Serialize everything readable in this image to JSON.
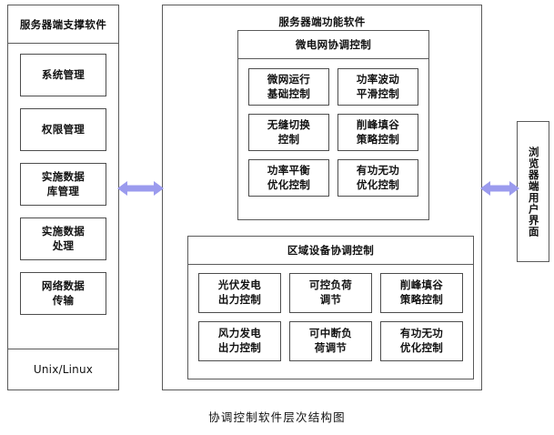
{
  "diagram": {
    "caption": "协调控制软件层次结构图",
    "accent_arrow_color": "#9b9bee",
    "border_color": "#5a5a5a"
  },
  "left_column": {
    "header": "服务器端支撑软件",
    "footer": "Unix/Linux",
    "boxes": [
      {
        "label": "系统管理"
      },
      {
        "label": "权限管理"
      },
      {
        "label": "实施数据\n库管理"
      },
      {
        "label": "实施数据\n处理"
      },
      {
        "label": "网络数据\n传输"
      }
    ]
  },
  "center_column": {
    "title": "服务器端功能软件",
    "sections": [
      {
        "header": "微电网协调控制",
        "columns": 2,
        "boxes": [
          {
            "label": "微网运行\n基础控制"
          },
          {
            "label": "功率波动\n平滑控制"
          },
          {
            "label": "无缝切换\n控制"
          },
          {
            "label": "削峰填谷\n策略控制"
          },
          {
            "label": "功率平衡\n优化控制"
          },
          {
            "label": "有功无功\n优化控制"
          }
        ]
      },
      {
        "header": "区域设备协调控制",
        "columns": 3,
        "boxes": [
          {
            "label": "光伏发电\n出力控制"
          },
          {
            "label": "可控负荷\n调节"
          },
          {
            "label": "削峰填谷\n策略控制"
          },
          {
            "label": "风力发电\n出力控制"
          },
          {
            "label": "可中断负\n荷调节"
          },
          {
            "label": "有功无功\n优化控制"
          }
        ]
      }
    ]
  },
  "right_column": {
    "label": "浏览器端用户界面"
  },
  "connectors": [
    {
      "name": "support-to-function",
      "type": "double-arrow"
    },
    {
      "name": "function-to-browser",
      "type": "double-arrow"
    }
  ]
}
